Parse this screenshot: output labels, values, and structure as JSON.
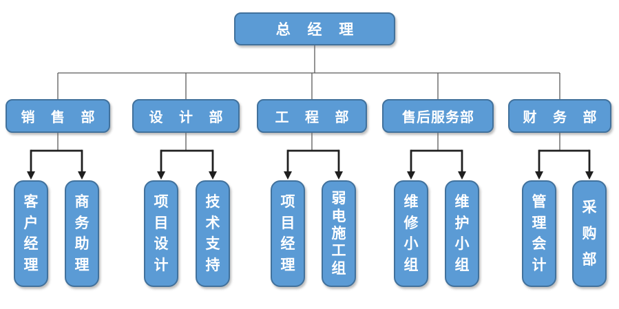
{
  "org_chart": {
    "type": "org-chart",
    "root": {
      "label": "总 经 理"
    },
    "departments": [
      {
        "label": "销 售 部",
        "children": [
          {
            "label": "客户经理"
          },
          {
            "label": "商务助理"
          }
        ]
      },
      {
        "label": "设 计 部",
        "children": [
          {
            "label": "项目设计"
          },
          {
            "label": "技术支持"
          }
        ]
      },
      {
        "label": "工 程 部",
        "children": [
          {
            "label": "项目经理"
          },
          {
            "label": "弱电施工组"
          }
        ]
      },
      {
        "label": "售后服务部",
        "children": [
          {
            "label": "维修小组"
          },
          {
            "label": "维护小组"
          }
        ]
      },
      {
        "label": "财 务 部",
        "children": [
          {
            "label": "管理会计"
          },
          {
            "label": "采购部"
          }
        ]
      }
    ],
    "colors": {
      "node_fill": "#5b9bd5",
      "node_border": "#41719c",
      "node_text": "#ffffff",
      "tree_line": "#595959",
      "arrow_line": "#1f1f1f"
    }
  }
}
